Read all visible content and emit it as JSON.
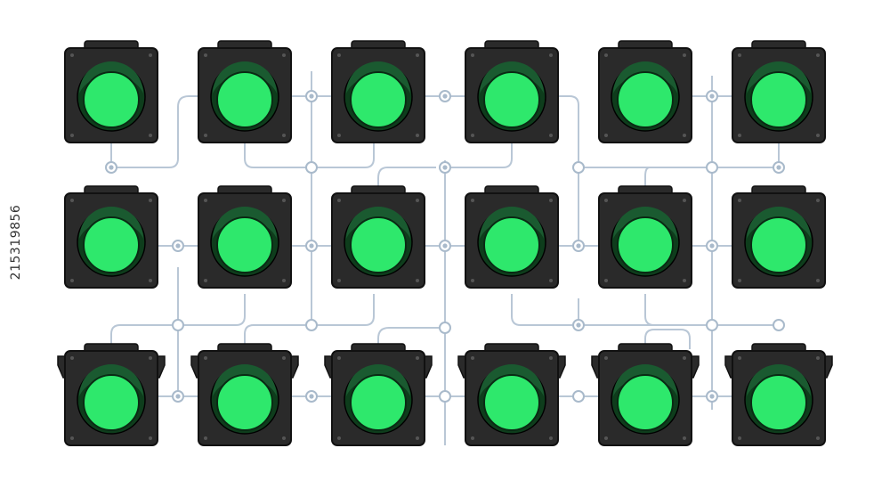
{
  "stock_id": "215319856",
  "colors": {
    "housing": "#2a2a2a",
    "housing_edge": "#111111",
    "light": "#2ee86c",
    "light_ring": "#0e3d1c",
    "visor": "#1a5a30",
    "wire": "#b9c7d6",
    "node": "#a9bacb"
  },
  "grid": {
    "rows": 3,
    "cols": 6
  },
  "signals": [
    {
      "row": 0,
      "col": 0,
      "style": "plain",
      "lamp": "green"
    },
    {
      "row": 0,
      "col": 1,
      "style": "plain",
      "lamp": "green"
    },
    {
      "row": 0,
      "col": 2,
      "style": "plain",
      "lamp": "green"
    },
    {
      "row": 0,
      "col": 3,
      "style": "plain",
      "lamp": "green"
    },
    {
      "row": 0,
      "col": 4,
      "style": "plain",
      "lamp": "green"
    },
    {
      "row": 0,
      "col": 5,
      "style": "plain",
      "lamp": "green"
    },
    {
      "row": 1,
      "col": 0,
      "style": "plain",
      "lamp": "green"
    },
    {
      "row": 1,
      "col": 1,
      "style": "plain",
      "lamp": "green"
    },
    {
      "row": 1,
      "col": 2,
      "style": "plain",
      "lamp": "green"
    },
    {
      "row": 1,
      "col": 3,
      "style": "plain",
      "lamp": "green"
    },
    {
      "row": 1,
      "col": 4,
      "style": "plain",
      "lamp": "green"
    },
    {
      "row": 1,
      "col": 5,
      "style": "plain",
      "lamp": "green"
    },
    {
      "row": 2,
      "col": 0,
      "style": "bracketed",
      "lamp": "green"
    },
    {
      "row": 2,
      "col": 1,
      "style": "bracketed",
      "lamp": "green"
    },
    {
      "row": 2,
      "col": 2,
      "style": "bracketed",
      "lamp": "green"
    },
    {
      "row": 2,
      "col": 3,
      "style": "bracketed",
      "lamp": "green"
    },
    {
      "row": 2,
      "col": 4,
      "style": "bracketed",
      "lamp": "green"
    },
    {
      "row": 2,
      "col": 5,
      "style": "bracketed",
      "lamp": "green"
    }
  ]
}
